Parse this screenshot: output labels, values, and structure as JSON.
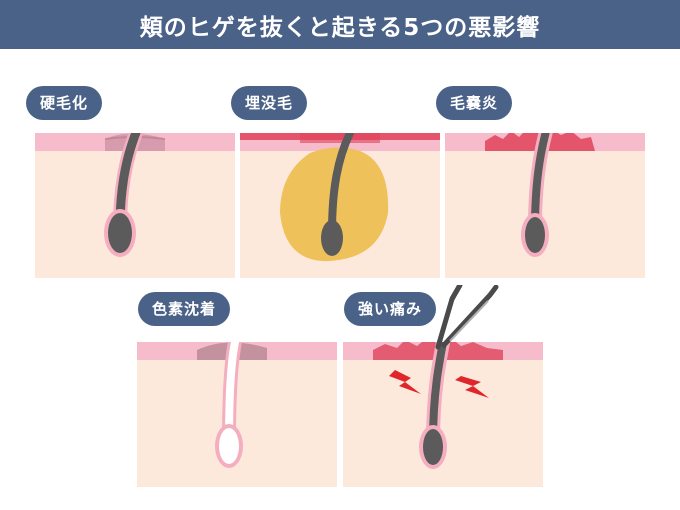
{
  "header": {
    "title": "頬のヒゲを抜くと起きる5つの悪影響"
  },
  "panels": [
    {
      "label": "硬毛化"
    },
    {
      "label": "埋没毛"
    },
    {
      "label": "毛嚢炎"
    },
    {
      "label": "色素沈着"
    },
    {
      "label": "強い痛み"
    }
  ],
  "colors": {
    "header_bg": "#4b6288",
    "badge_bg": "#4b6288",
    "skin": "#fde9dc",
    "epidermis": "#f6bccb",
    "inflammation": "#e0435a",
    "hair": "#5b5b5b",
    "follicle_outline": "#f4aebf",
    "ingrown_bubble": "#efc15a",
    "pain_mark": "#e0262a"
  },
  "icons": [
    "tweezers-icon",
    "lightning-icon"
  ]
}
